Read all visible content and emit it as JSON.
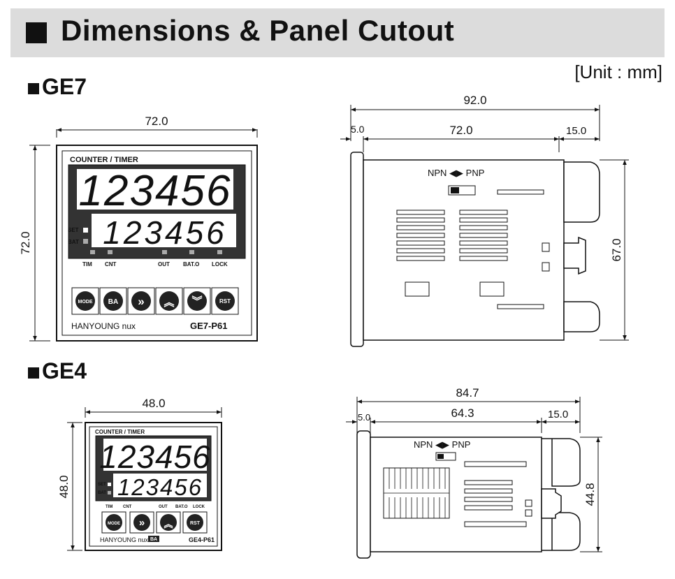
{
  "header": {
    "title": "Dimensions & Panel Cutout",
    "unit": "[Unit : mm]"
  },
  "ge7": {
    "label": "GE7",
    "front": {
      "width": "72.0",
      "height": "72.0",
      "header": "COUNTER / TIMER",
      "display_main": "123456",
      "display_sub": "123456",
      "side_indicators": [
        "SET",
        "BAT"
      ],
      "bottom_indicators": [
        "TIM",
        "CNT",
        "OUT",
        "BAT.O",
        "LOCK"
      ],
      "buttons": [
        "MODE",
        "BA",
        "»",
        "︽",
        "︾",
        "RST"
      ],
      "brand": "HANYOUNG nux",
      "model": "GE7-P61"
    },
    "side": {
      "total": "92.0",
      "front": "5.0",
      "body": "72.0",
      "rear": "15.0",
      "height": "67.0",
      "switch": "NPN ◀▶ PNP"
    }
  },
  "ge4": {
    "label": "GE4",
    "front": {
      "width": "48.0",
      "height": "48.0",
      "header": "COUNTER / TIMER",
      "display_main": "123456",
      "display_sub": "123456",
      "side_indicators": [
        "SET",
        "BAT"
      ],
      "bottom_indicators": [
        "TIM",
        "CNT",
        "OUT",
        "BAT.O",
        "LOCK"
      ],
      "buttons": [
        "MODE",
        "»",
        "︽",
        "RST"
      ],
      "brand": "HANYOUNG nux",
      "ba_tag": "BA",
      "model": "GE4-P61"
    },
    "side": {
      "total": "84.7",
      "front": "5.0",
      "body": "64.3",
      "rear": "15.0",
      "height": "44.8",
      "switch": "NPN ◀▶ PNP"
    }
  }
}
